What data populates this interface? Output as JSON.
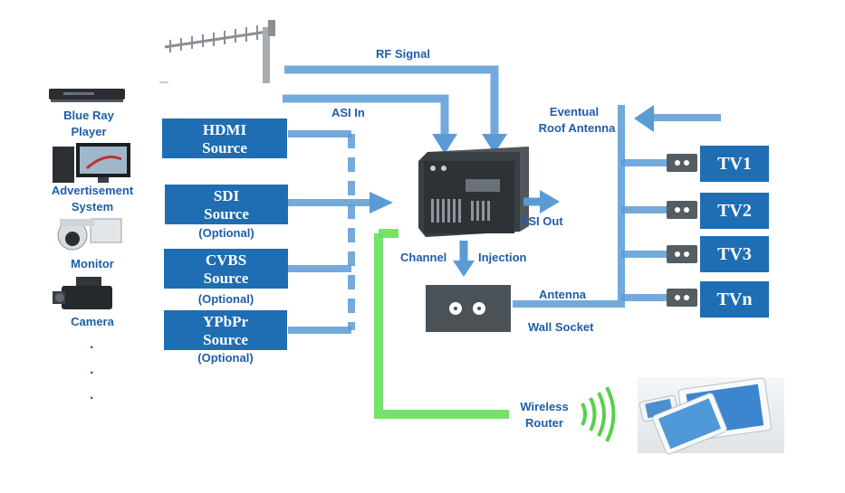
{
  "devices": [
    "Blue Ray",
    "Player",
    "Advertisement",
    "System",
    "Monitor",
    "Camera"
  ],
  "dots": [
    ".",
    ".",
    "."
  ],
  "sources": [
    {
      "line1": "HDMI",
      "line2": "Source"
    },
    {
      "line1": "SDI",
      "line2": "Source",
      "note": "(Optional)"
    },
    {
      "line1": "CVBS",
      "line2": "Source",
      "note": "(Optional)"
    },
    {
      "line1": "YPbPr",
      "line2": "Source",
      "note": "(Optional)"
    }
  ],
  "labels": {
    "rf_signal": "RF Signal",
    "asi_in": "ASI In",
    "asi_out": "ASI Out",
    "channel": "Channel",
    "injection": "Injection",
    "antenna": "Antenna",
    "wall_socket": "Wall Socket",
    "roof1": "Eventual",
    "roof2": "Roof Antenna",
    "wireless": "Wireless",
    "router": "Router"
  },
  "tvs": [
    "TV1",
    "TV2",
    "TV3",
    "TVn"
  ],
  "colors": {
    "source_box": "#1f6db3",
    "label_text": "#1f5ea8",
    "signal_line": "#5a9bd5",
    "wireless_line": "#66e05a"
  }
}
